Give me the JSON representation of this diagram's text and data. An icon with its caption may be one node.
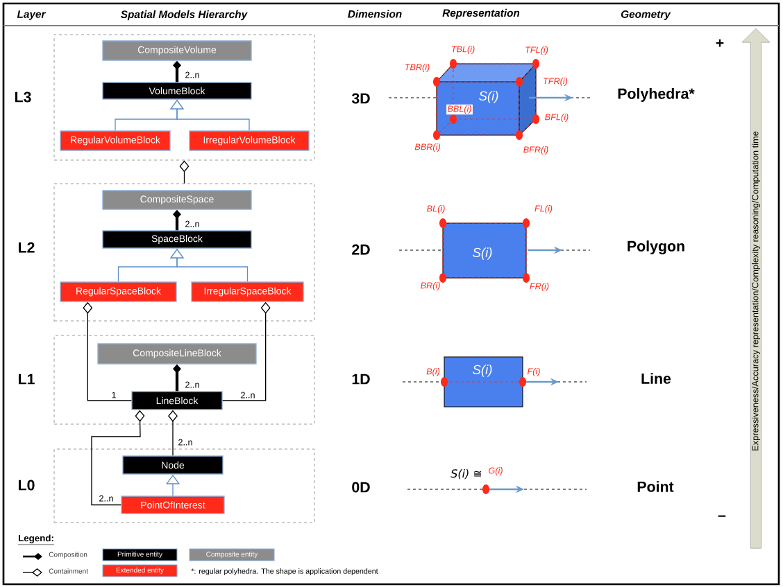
{
  "diagram": {
    "nodes": [
      {
        "text": [],
        "shape": "box"
      },
      {
        "text": [
          "CompositeVolume"
        ],
        "in": 0
      },
      {
        "text": [
          "VolumeBlock"
        ],
        "in": 0
      },
      {
        "text": [
          "RegularVolumeBlock"
        ],
        "in": 0
      },
      {
        "text": [
          "IrregularVolumeBlock"
        ],
        "in": 0
      },
      {
        "text": [],
        "shape": "box"
      },
      {
        "text": [
          "CompositeSpace"
        ],
        "in": 5
      },
      {
        "text": [
          "SpaceBlock"
        ],
        "in": 5
      },
      {
        "text": [
          "RegularSpaceBlock"
        ],
        "in": 5
      },
      {
        "text": [
          "IrregularSpaceBlock"
        ],
        "in": 5
      },
      {
        "text": [],
        "shape": "box"
      },
      {
        "text": [
          "CompositeLineBlock"
        ],
        "in": 10
      },
      {
        "text": [
          "LineBlock"
        ],
        "in": 10
      },
      {
        "text": [],
        "shape": "box"
      },
      {
        "text": [
          "Node"
        ],
        "in": 13
      },
      {
        "text": [
          "PointOfInterest"
        ],
        "in": 13
      },
      {
        "text": [
          "Expressiveness/Accuracy representation/Complexity reasoning/Computation time"
        ]
      }
    ],
    "edges": [
      {
        "from": 2,
        "to": 1,
        "arrow": "other",
        "style": "thick",
        "label": "2..n"
      },
      {
        "from": 3,
        "to": 2,
        "arrow": "to",
        "color": "#5b8fcc"
      },
      {
        "from": 4,
        "to": 2,
        "arrow": "to",
        "color": "#5b8fcc"
      },
      {
        "from": 5,
        "to": 0,
        "arrow": "other"
      },
      {
        "from": 7,
        "to": 6,
        "arrow": "other",
        "style": "thick",
        "label": "2..n"
      },
      {
        "from": 8,
        "to": 7,
        "arrow": "to",
        "color": "#5b8fcc"
      },
      {
        "from": 9,
        "to": 7,
        "arrow": "to",
        "color": "#5b8fcc"
      },
      {
        "from": 12,
        "to": 8,
        "arrow": "other",
        "label": "1"
      },
      {
        "from": 12,
        "to": 9,
        "arrow": "other",
        "label": "2..n"
      },
      {
        "from": 12,
        "to": 11,
        "arrow": "other",
        "style": "thick",
        "label": "2..n"
      },
      {
        "from": 15,
        "to": 12,
        "arrow": "other",
        "label": "2..n"
      },
      {
        "from": 14,
        "to": 12,
        "arrow": "other",
        "label": "2..n"
      },
      {
        "from": 15,
        "to": 14,
        "arrow": "to",
        "color": "#5b8fcc"
      }
    ],
    "labels": [
      "Layer",
      "Spatial Models Hierarchy",
      "Dimension",
      "Representation",
      "Geometry",
      "+",
      "TBL(i)",
      "TFL(i)",
      "TBR(i)",
      "TFR(i)",
      "L3",
      "3D",
      "S(i)",
      "Polyhedra*",
      "BBL(i)",
      "BFL(i)",
      "BBR(i)",
      "BFR(i)",
      "BL(i)",
      "FL(i)",
      "L2",
      "2D",
      "S(i)",
      "Polygon",
      "BR(i)",
      "FR(i)",
      "L1",
      "B(i)",
      "S(i)",
      "F(i)",
      "1D",
      "Line",
      "S(i) ≅",
      "G(i)",
      "L0",
      "0D",
      "Point",
      "–",
      "Legend:",
      "*: regular polyhedra. The shape is application dependent"
    ],
    "legend": [
      {
        "text": "Composition"
      },
      {
        "text": "Containment"
      },
      {
        "text": "Primitive entity",
        "color": "#000000"
      },
      {
        "text": "Composite entity",
        "color": "#8c8c8c"
      },
      {
        "text": "Extended entity",
        "color": "#ff2a1a"
      }
    ]
  }
}
